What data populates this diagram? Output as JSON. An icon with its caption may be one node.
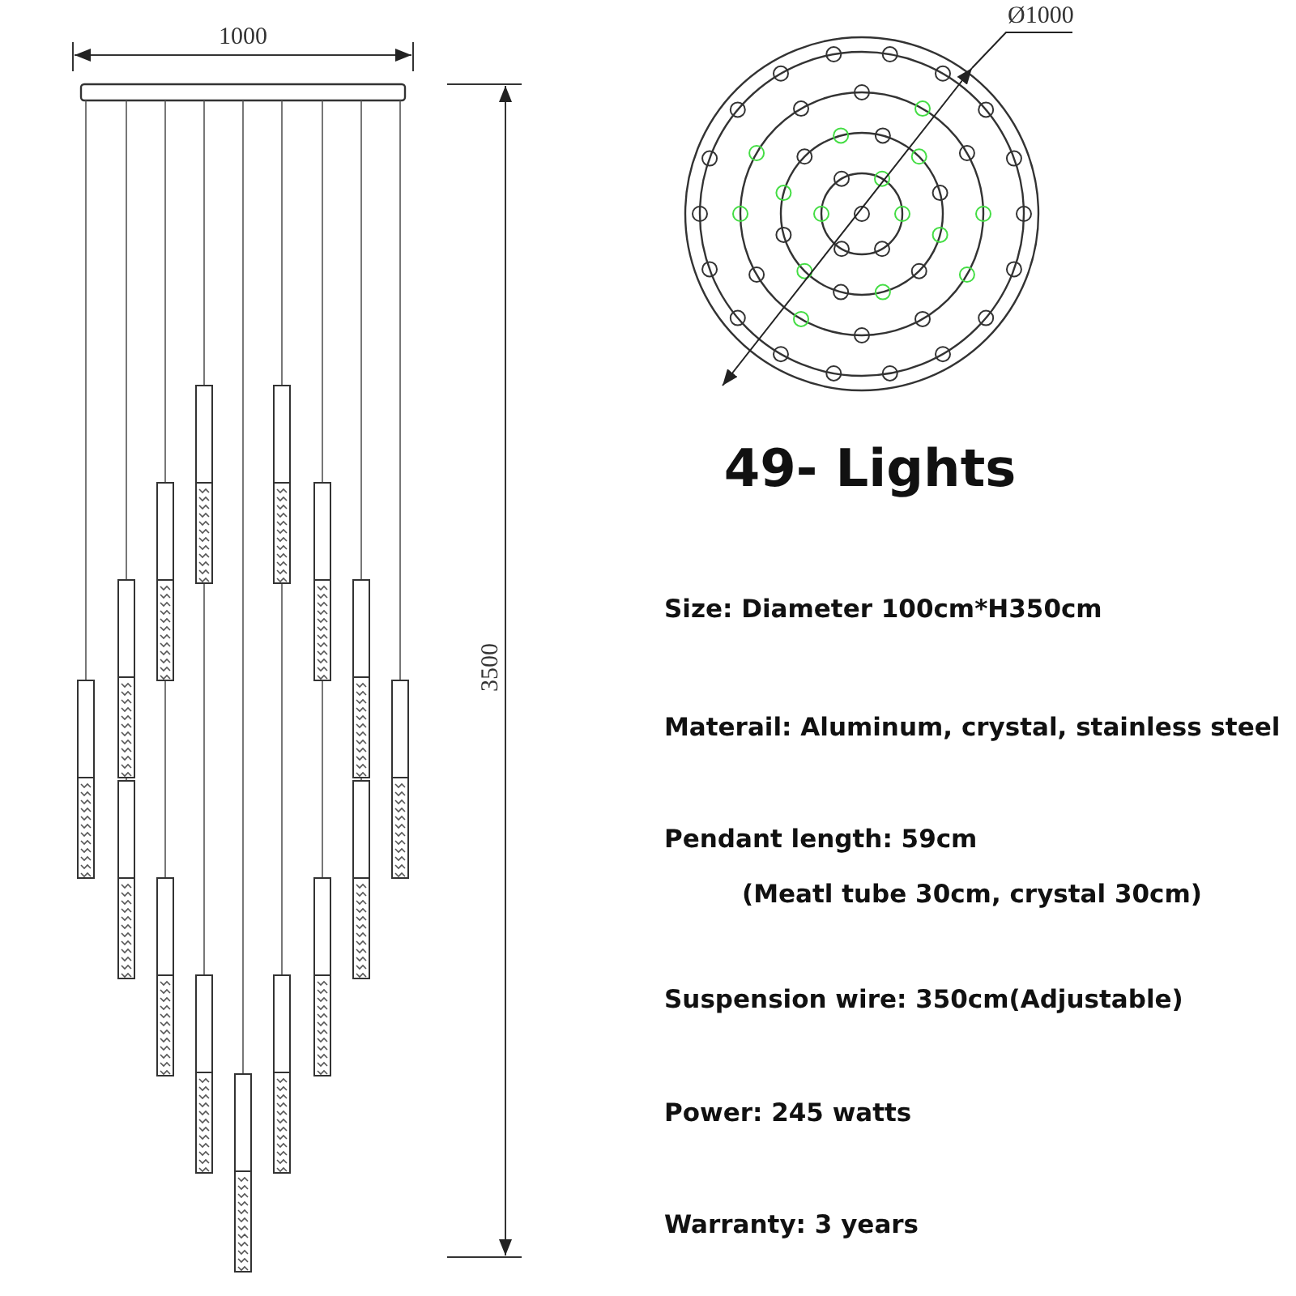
{
  "diagram": {
    "title": "49- Lights",
    "labels": [
      "1000",
      "3500",
      "Ø1000",
      "Size: Diameter 100cm*H350cm",
      "Materail: Aluminum, crystal, stainless steel",
      "Pendant length: 59cm",
      "(Meatl tube 30cm, crystal 30cm)",
      "Suspension wire: 350cm(Adjustable)",
      "Power: 245 watts",
      "Warranty: 3 years"
    ]
  }
}
